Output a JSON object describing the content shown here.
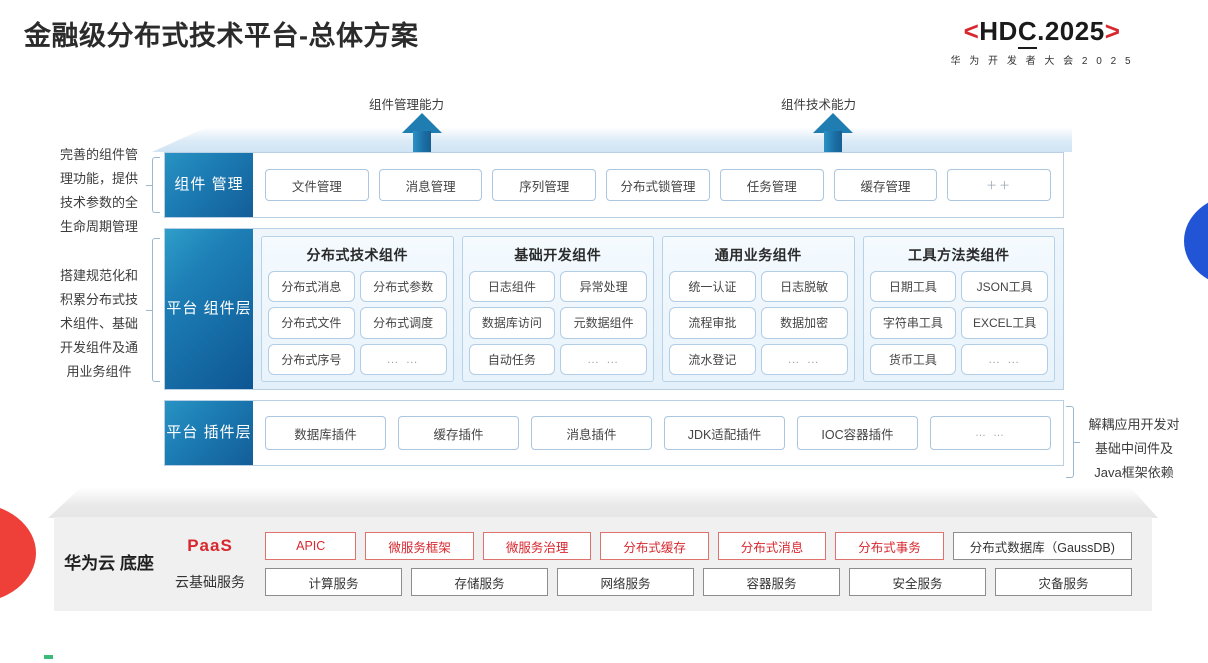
{
  "header": {
    "title": "金融级分布式技术平台-总体方案",
    "logo_main_left_bracket": "<",
    "logo_main_text_a": "HD",
    "logo_main_text_b": "C",
    "logo_main_text_c": ".2025",
    "logo_main_right_bracket": ">",
    "logo_sub": "华 为 开 发 者 大 会 2 0 2 5",
    "accent_red": "#d7282f"
  },
  "arrows": {
    "left_label": "组件管理能力",
    "right_label": "组件技术能力"
  },
  "notes": {
    "management": "完善的组件管\n理功能，提供\n技术参数的全\n生命周期管理",
    "components": "搭建规范化和\n积累分布式技\n术组件、基础\n开发组件及通\n用业务组件",
    "right": "解耦应用开发对\n基础中间件及\nJava框架依赖"
  },
  "layers": {
    "management": {
      "label": "组件\n管理",
      "items": [
        "文件管理",
        "消息管理",
        "序列管理",
        "分布式锁管理",
        "任务管理",
        "缓存管理",
        "＋＋"
      ]
    },
    "platform_components": {
      "label": "平台\n组件层",
      "groups": [
        {
          "title": "分布式技术组件",
          "items": [
            "分布式消息",
            "分布式参数",
            "分布式文件",
            "分布式调度",
            "分布式序号",
            "… …"
          ]
        },
        {
          "title": "基础开发组件",
          "items": [
            "日志组件",
            "异常处理",
            "数据库访问",
            "元数据组件",
            "自动任务",
            "… …"
          ]
        },
        {
          "title": "通用业务组件",
          "items": [
            "统一认证",
            "日志脱敏",
            "流程审批",
            "数据加密",
            "流水登记",
            "… …"
          ]
        },
        {
          "title": "工具方法类组件",
          "items": [
            "日期工具",
            "JSON工具",
            "字符串工具",
            "EXCEL工具",
            "货币工具",
            "… …"
          ]
        }
      ]
    },
    "plugins": {
      "label": "平台\n插件层",
      "items": [
        "数据库插件",
        "缓存插件",
        "消息插件",
        "JDK适配插件",
        "IOC容器插件",
        "… …"
      ]
    }
  },
  "cloud_base": {
    "title": "华为云\n底座",
    "rows": [
      {
        "label": "PaaS",
        "label_style": "paas",
        "items": [
          {
            "text": "APIC",
            "style": "red"
          },
          {
            "text": "微服务框架",
            "style": "red"
          },
          {
            "text": "微服务治理",
            "style": "red"
          },
          {
            "text": "分布式缓存",
            "style": "red"
          },
          {
            "text": "分布式消息",
            "style": "red"
          },
          {
            "text": "分布式事务",
            "style": "red"
          },
          {
            "text": "分布式数据库（GaussDB)",
            "style": "neutral"
          }
        ]
      },
      {
        "label": "云基础服务",
        "label_style": "plain",
        "items": [
          {
            "text": "计算服务",
            "style": "svc"
          },
          {
            "text": "存储服务",
            "style": "svc"
          },
          {
            "text": "网络服务",
            "style": "svc"
          },
          {
            "text": "容器服务",
            "style": "svc"
          },
          {
            "text": "安全服务",
            "style": "svc"
          },
          {
            "text": "灾备服务",
            "style": "svc"
          }
        ]
      }
    ]
  }
}
